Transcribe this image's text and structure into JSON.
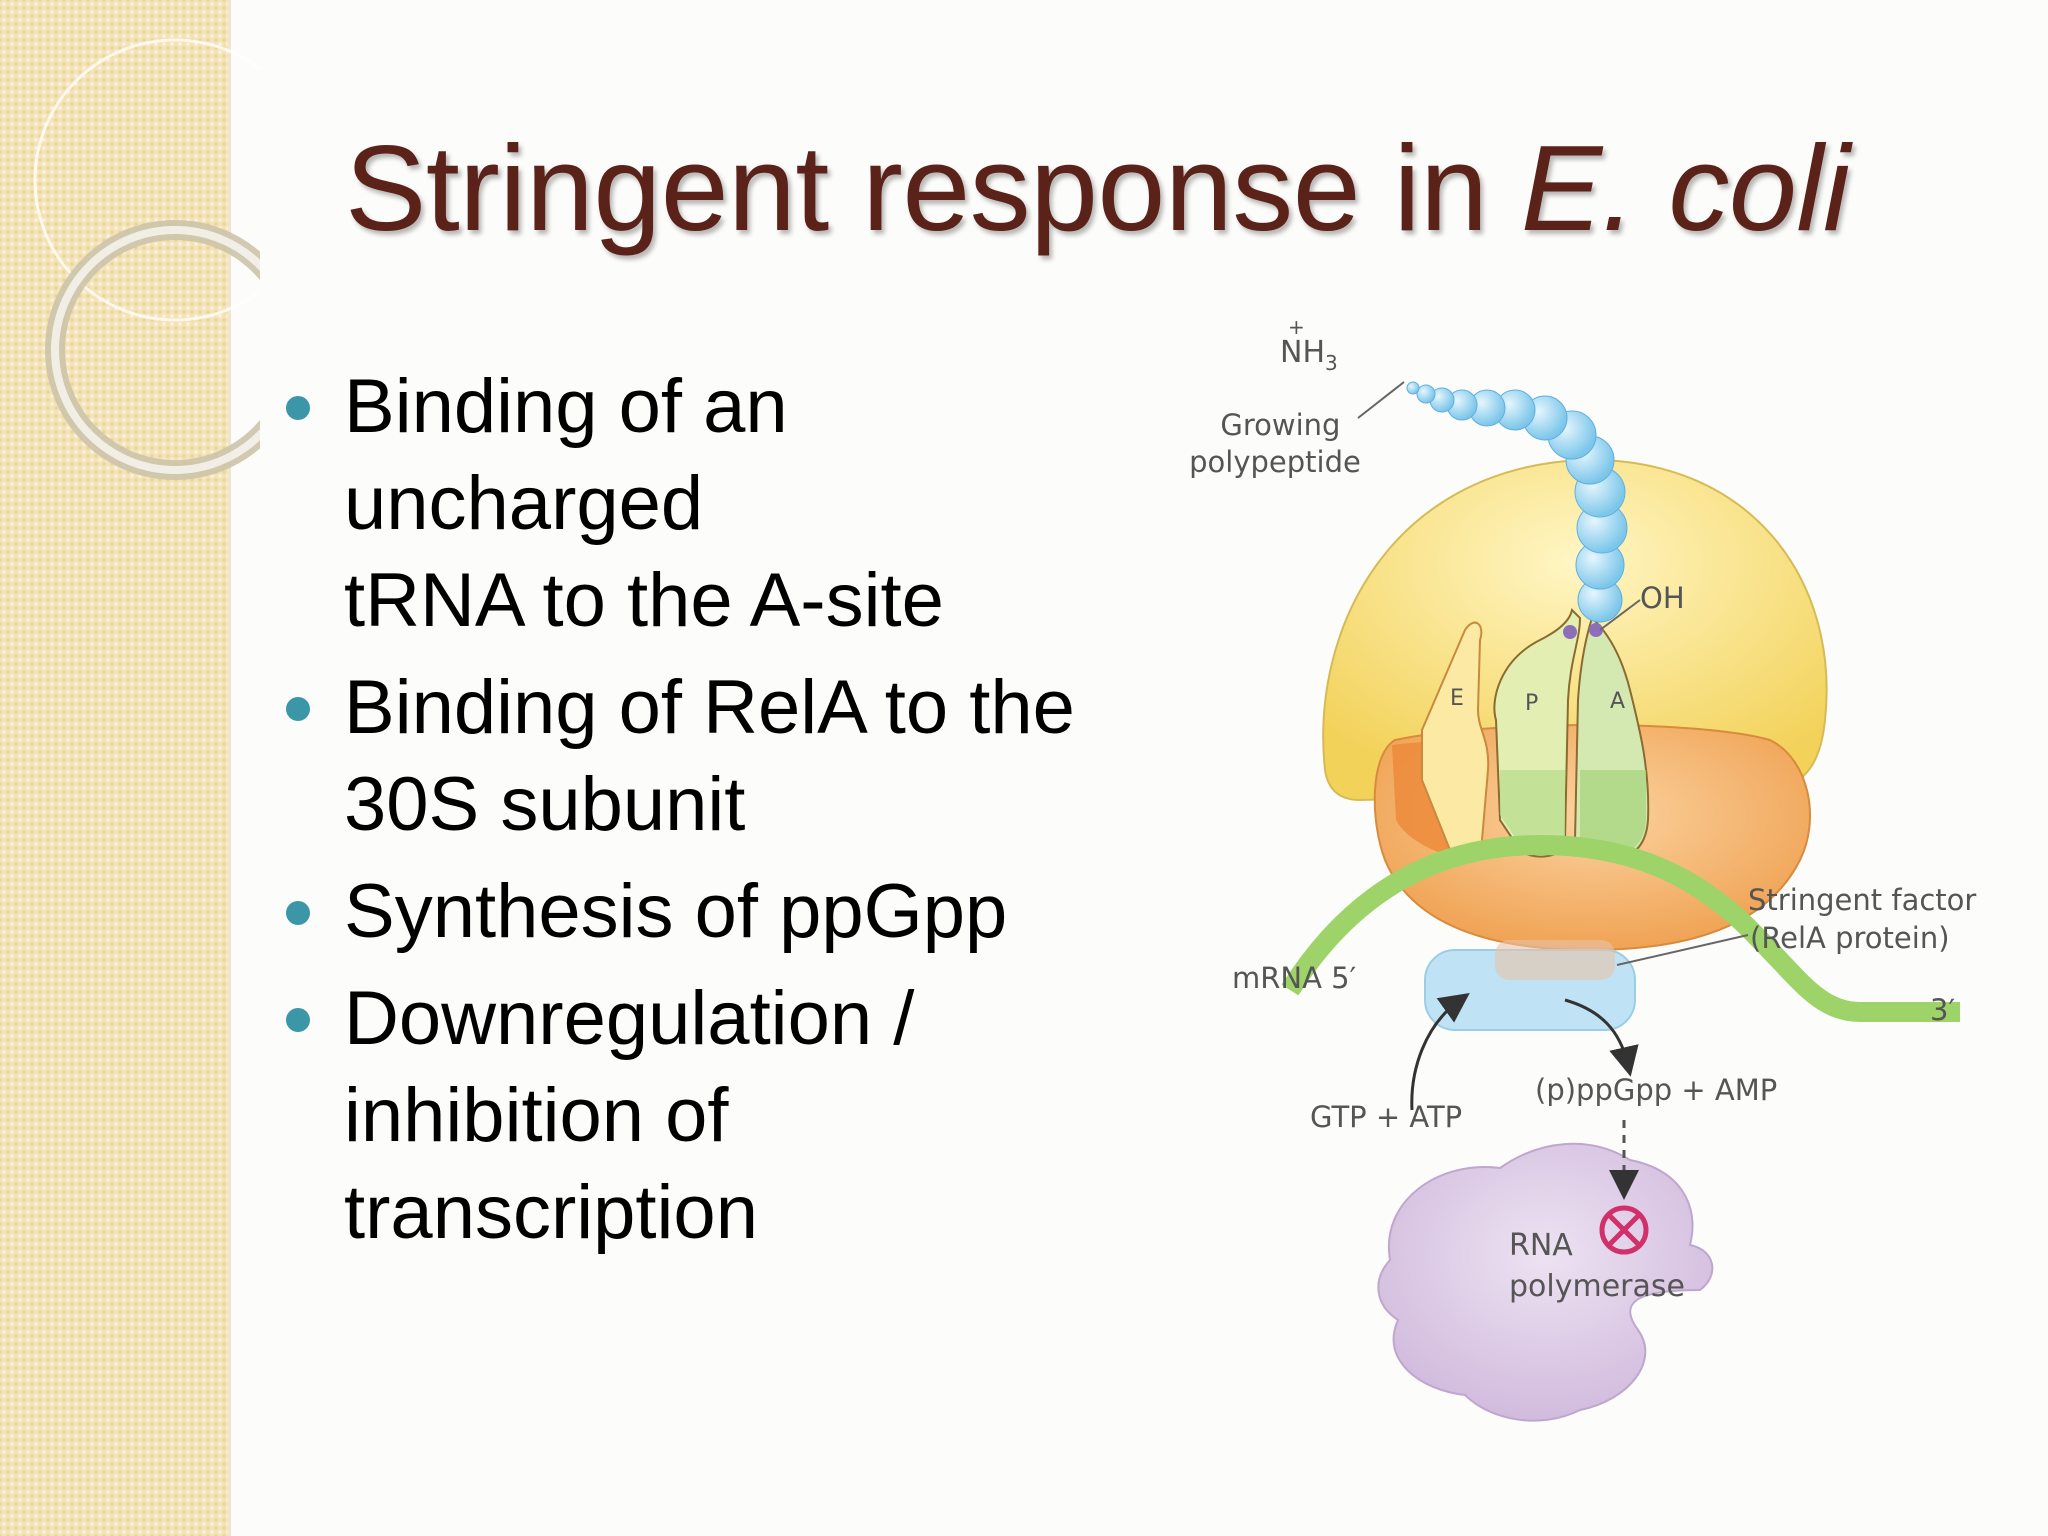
{
  "slide": {
    "title_main": "Stringent response in ",
    "title_italic": "E. coli"
  },
  "bullets": [
    {
      "text": "Binding of an\nuncharged\ntRNA to the A-site"
    },
    {
      "text": "Binding of RelA to the\n30S subunit"
    },
    {
      "text": "Synthesis of ppGpp"
    },
    {
      "text": "Downregulation /\ninhibition of\ntranscription"
    }
  ],
  "diagram": {
    "nh3_label": "NH",
    "nh3_sub": "3",
    "nh3_charge": "+",
    "growing_polypeptide": [
      "Growing",
      "polypeptide"
    ],
    "oh_label": "OH",
    "site_e": "E",
    "site_p": "P",
    "site_a": "A",
    "stringent_factor": [
      "Stringent factor",
      "(RelA protein)"
    ],
    "mrna_5": "mRNA 5′",
    "mrna_3": "3′",
    "gtp_atp": "GTP + ATP",
    "ppgpp_amp": "(p)ppGpp + AMP",
    "rna_polymerase": [
      "RNA",
      "polymerase"
    ]
  },
  "colors": {
    "title": "#5b2219",
    "bullet_dot": "#3b97a8",
    "side_band": "#f4e3b6",
    "large_subunit": "#f7dd6e",
    "small_subunit": "#f2a95a",
    "polypeptide": "#8fd0ee",
    "mrna": "#9ed36a",
    "rela": "#bfe3f4",
    "rna_polymerase": "#dcc9e4",
    "inhibition_mark": "#d0316a"
  }
}
